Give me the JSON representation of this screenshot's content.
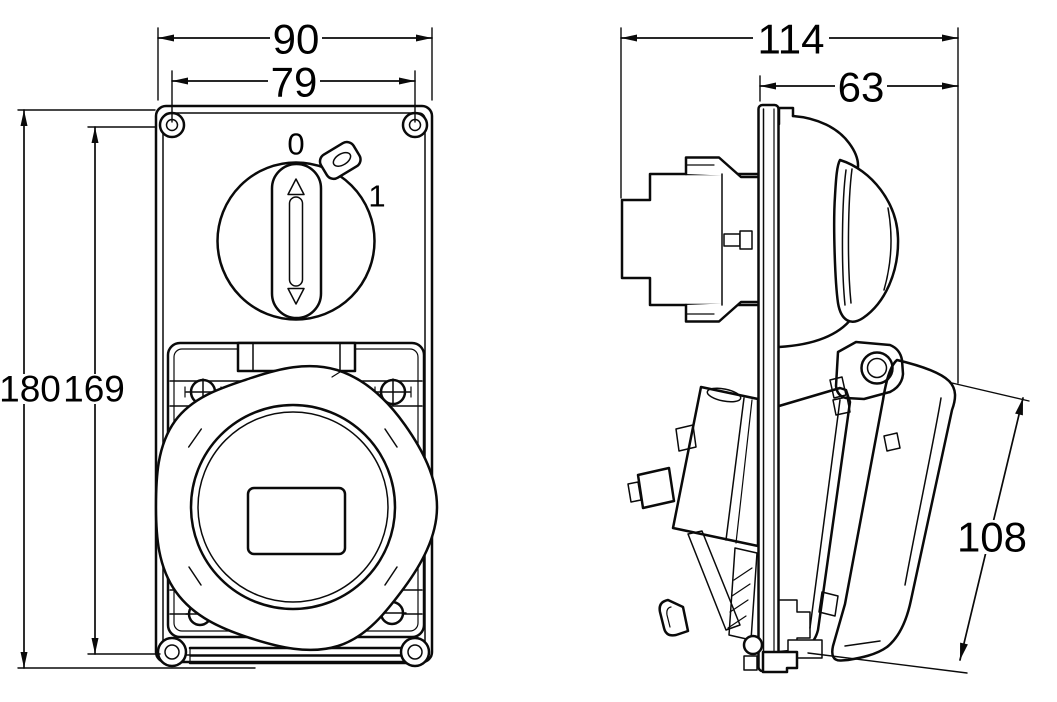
{
  "front_view": {
    "rotary_switch": {
      "off_label": "0",
      "on_label": "1"
    },
    "dimensions": {
      "overall_width": "90",
      "hole_spacing_width": "79",
      "overall_height": "180",
      "hole_spacing_height": "169"
    }
  },
  "side_view": {
    "dimensions": {
      "overall_depth": "114",
      "panel_front_depth": "63",
      "socket_assembly_length": "108"
    }
  },
  "colors": {
    "line": "#0a0a0a",
    "background": "#ffffff"
  }
}
